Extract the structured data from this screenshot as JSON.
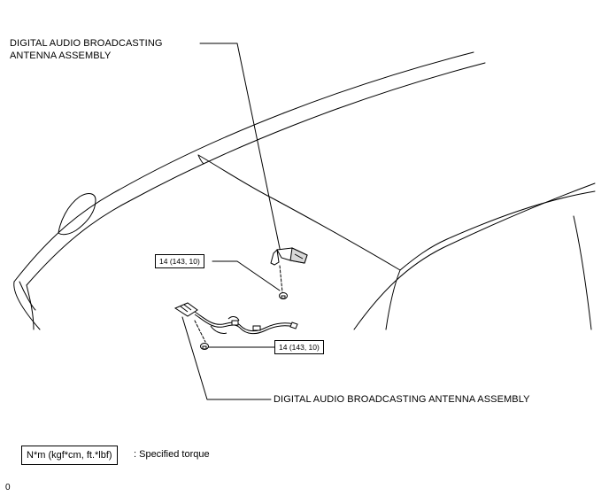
{
  "callouts": {
    "upper_assembly_line1": "DIGITAL AUDIO BROADCASTING",
    "upper_assembly_line2": "ANTENNA ASSEMBLY",
    "lower_assembly": "DIGITAL AUDIO BROADCASTING ANTENNA ASSEMBLY",
    "torque_upper": "14 (143, 10)",
    "torque_lower": "14 (143, 10)"
  },
  "legend": {
    "unit_label": "N*m (kgf*cm, ft.*lbf)",
    "description": ": Specified torque"
  },
  "figure_id": "0",
  "colors": {
    "line": "#000000",
    "background": "#ffffff"
  }
}
